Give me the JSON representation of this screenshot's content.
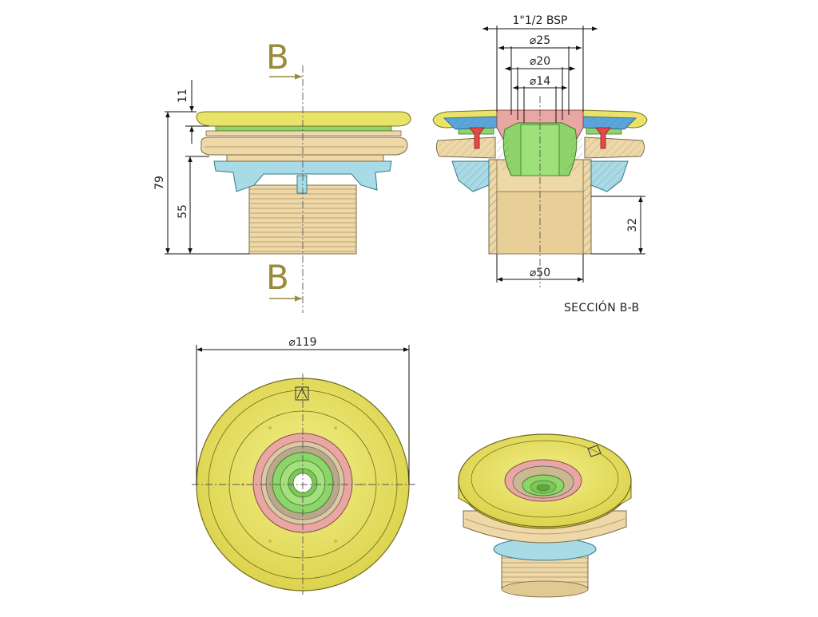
{
  "colors": {
    "yellow": "#e9e36a",
    "green": "#8dd46a",
    "pink": "#e9a7a4",
    "tan": "#efd8a8",
    "cyan": "#a8dbe6",
    "section_arrow": "#9a8a3a"
  },
  "side_view": {
    "section_label_top": "B",
    "section_label_bottom": "B",
    "dim_top_flange": "11",
    "dim_total_height": "79",
    "dim_body_height": "55"
  },
  "section_view": {
    "dim_thread": "1\"1/2 BSP",
    "dim_d25": "25",
    "dim_d20": "20",
    "dim_d14": "14",
    "dim_d50": "50",
    "dim_bottom_height": "32",
    "caption": "SECCIÓN B-B"
  },
  "front_view": {
    "dim_diameter": "119"
  }
}
